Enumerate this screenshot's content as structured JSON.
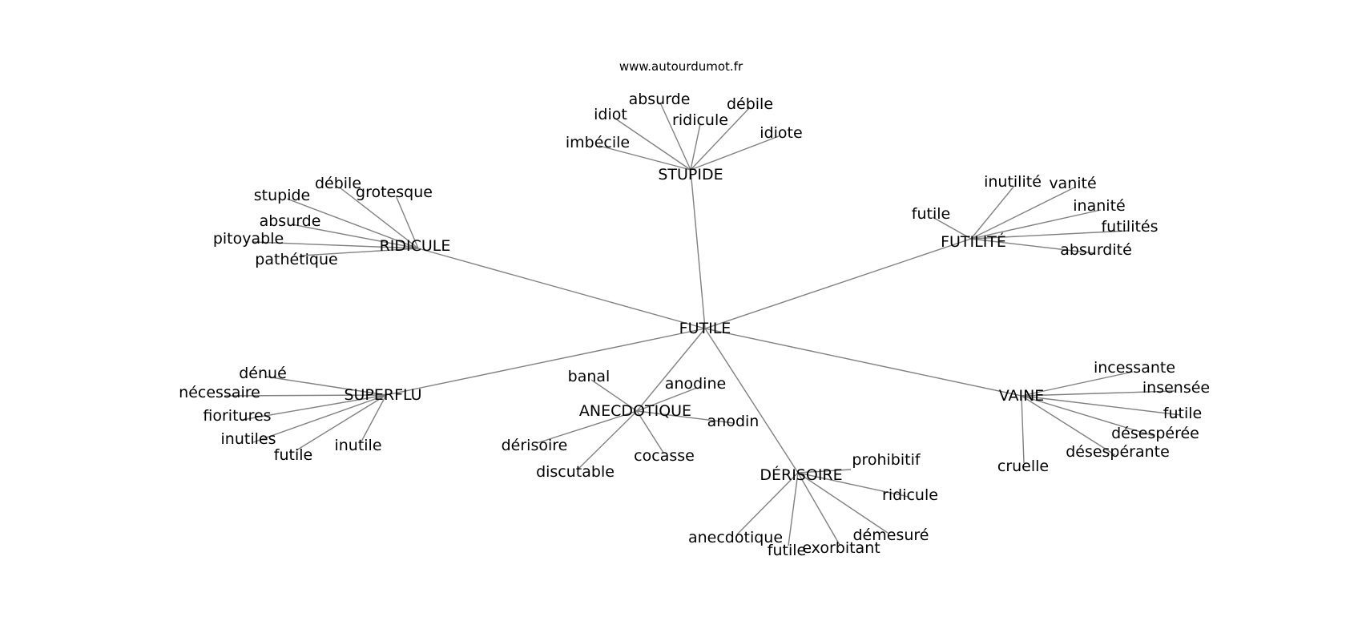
{
  "header": {
    "site": "www.autourdumot.fr"
  },
  "graph": {
    "root": "FUTILE",
    "clusters": [
      {
        "label": "STUPIDE",
        "leaves": [
          "imbécile",
          "idiot",
          "absurde",
          "ridicule",
          "débile",
          "idiote"
        ]
      },
      {
        "label": "RIDICULE",
        "leaves": [
          "stupide",
          "débile",
          "grotesque",
          "absurde",
          "pitoyable",
          "pathétique"
        ]
      },
      {
        "label": "FUTILITÉ",
        "leaves": [
          "futile",
          "inutilité",
          "vanité",
          "inanité",
          "futilités",
          "absurdité"
        ]
      },
      {
        "label": "SUPERFLU",
        "leaves": [
          "dénué",
          "nécessaire",
          "fioritures",
          "inutiles",
          "futile",
          "inutile"
        ]
      },
      {
        "label": "ANECDOTIQUE",
        "leaves": [
          "banal",
          "anodine",
          "anodin",
          "dérisoire",
          "discutable",
          "cocasse"
        ]
      },
      {
        "label": "DÉRISOIRE",
        "leaves": [
          "prohibitif",
          "ridicule",
          "démesuré",
          "exorbitant",
          "futile",
          "anecdotique"
        ]
      },
      {
        "label": "VAINE",
        "leaves": [
          "incessante",
          "insensée",
          "futile",
          "désespérée",
          "désespérante",
          "cruelle"
        ]
      }
    ]
  }
}
